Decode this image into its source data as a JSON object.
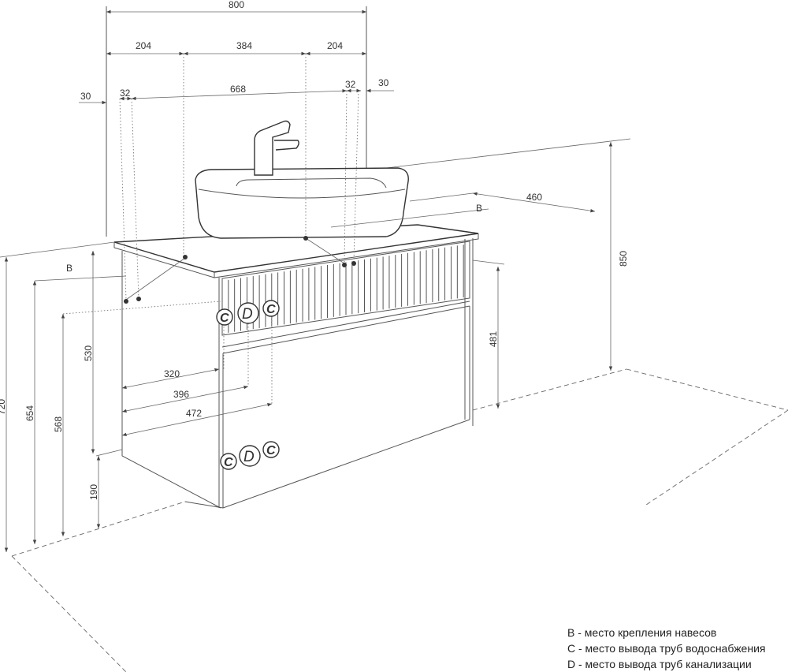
{
  "dimensions": {
    "total_width": "800",
    "side_left": "204",
    "center": "384",
    "side_right": "204",
    "offset_left": "30",
    "hinge_left": "32",
    "hinge_span": "668",
    "hinge_right": "32",
    "offset_right": "30",
    "depth": "460",
    "total_height": "850",
    "front_height": "481",
    "h720": "720",
    "h654": "654",
    "h568": "568",
    "h530": "530",
    "h190": "190",
    "d320": "320",
    "d396": "396",
    "d472": "472"
  },
  "markers": {
    "b": "B",
    "c": "C",
    "d": "D"
  },
  "legend": [
    "B - место крепления навесов",
    "C - место вывода труб водоснабжения",
    "D - место вывода труб канализации"
  ]
}
